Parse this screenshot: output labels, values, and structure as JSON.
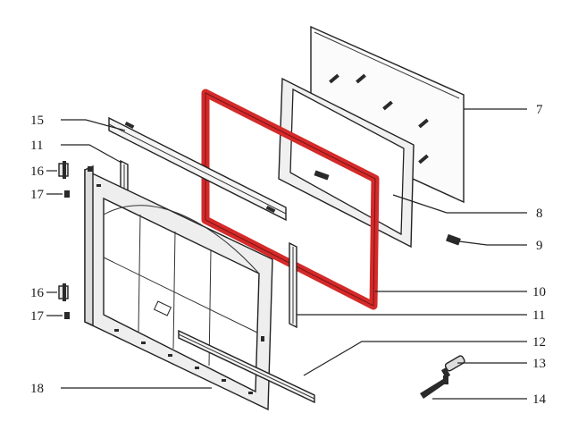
{
  "callouts": {
    "c7": "7",
    "c8": "8",
    "c9": "9",
    "c10": "10",
    "c11_right": "11",
    "c12": "12",
    "c13": "13",
    "c14": "14",
    "c15": "15",
    "c11_left": "11",
    "c16_top": "16",
    "c17_top": "17",
    "c16_bottom": "16",
    "c17_bottom": "17",
    "c18": "18"
  },
  "colors": {
    "highlight_gasket": "#d42a2a",
    "line": "#222222"
  }
}
